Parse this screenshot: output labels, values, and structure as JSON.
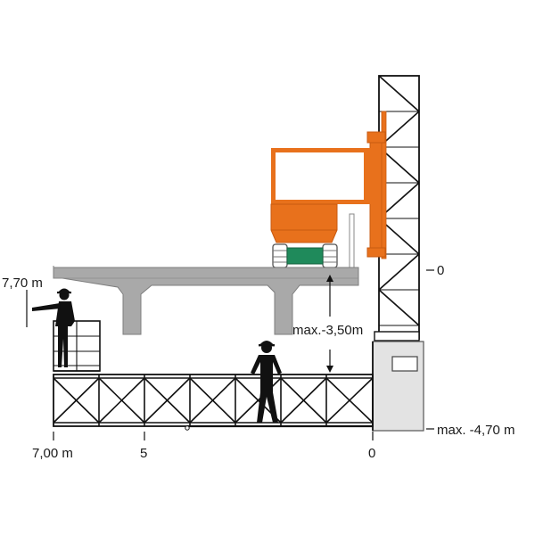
{
  "labels": {
    "height_left": "7,70 m",
    "level_zero": "0",
    "min_depth_arrow": "max.-3,50m",
    "max_depth": "max. -4,70 m",
    "axis_left": "7,00 m",
    "axis_mid": "5",
    "axis_zero": "0"
  },
  "colors": {
    "orange": "#e8711c",
    "orange_dark": "#c85a10",
    "green": "#1f8a5b",
    "concrete": "#a9a9a9",
    "concrete_edge": "#7d7d7d",
    "cabinet": "#e3e3e3",
    "steel": "#111111"
  }
}
